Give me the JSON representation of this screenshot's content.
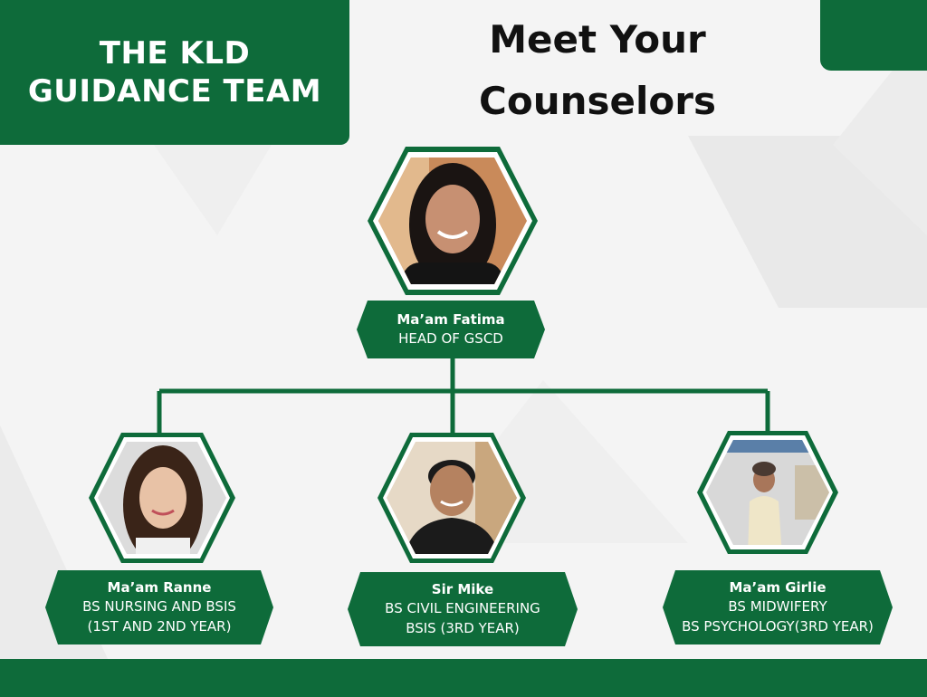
{
  "title_box": {
    "line1": "THE KLD",
    "line2": "GUIDANCE TEAM"
  },
  "headline": {
    "line1": "Meet Your",
    "line2": "Counselors"
  },
  "colors": {
    "brand_green": "#0e6b3a",
    "background": "#f4f4f4",
    "text_dark": "#111111"
  },
  "counselors": [
    {
      "id": "fatima",
      "name": "Ma’am Fatima",
      "role_lines": [
        "HEAD OF GSCD"
      ],
      "photo_icon": "portrait-woman-smiling-icon"
    },
    {
      "id": "ranne",
      "name": "Ma’am Ranne",
      "role_lines": [
        "BS NURSING AND BSIS",
        "(1ST AND 2ND YEAR)"
      ],
      "photo_icon": "portrait-woman-long-hair-icon"
    },
    {
      "id": "mike",
      "name": "Sir Mike",
      "role_lines": [
        "BS CIVIL ENGINEERING",
        "BSIS (3RD YEAR)"
      ],
      "photo_icon": "portrait-man-smiling-icon"
    },
    {
      "id": "girlie",
      "name": "Ma’am Girlie",
      "role_lines": [
        "BS MIDWIFERY",
        "BS PSYCHOLOGY(3RD YEAR)"
      ],
      "photo_icon": "portrait-woman-standing-icon"
    }
  ]
}
